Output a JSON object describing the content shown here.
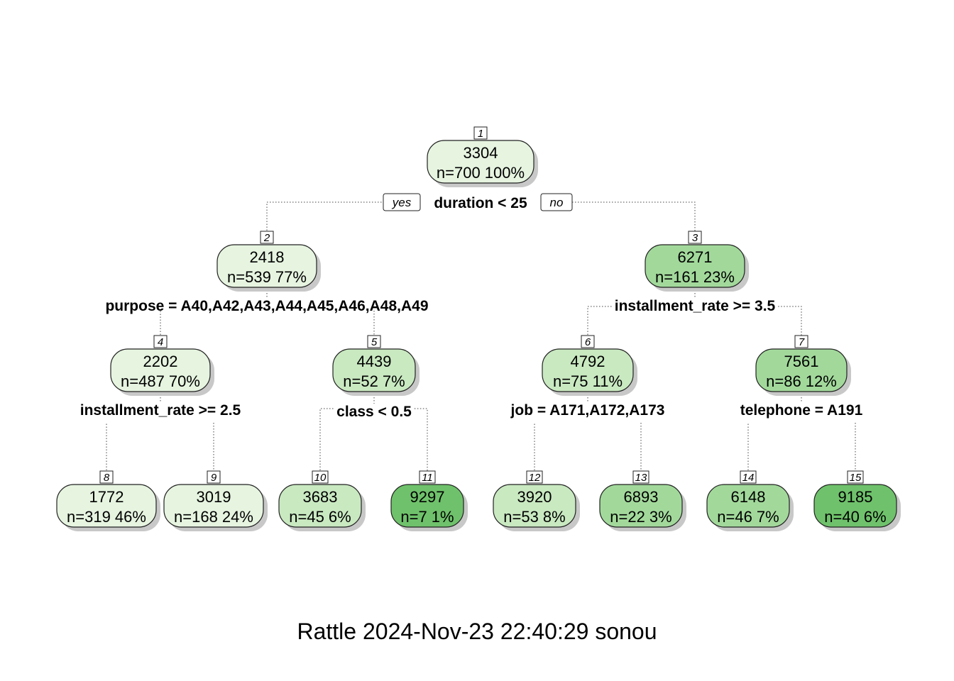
{
  "tree": {
    "nodes": [
      {
        "id": "1",
        "value": "3304",
        "n_text": "n=700  100%",
        "fill": "#e6f4e0"
      },
      {
        "id": "2",
        "value": "2418",
        "n_text": "n=539  77%",
        "fill": "#e6f4e0"
      },
      {
        "id": "3",
        "value": "6271",
        "n_text": "n=161  23%",
        "fill": "#a2d99b"
      },
      {
        "id": "4",
        "value": "2202",
        "n_text": "n=487  70%",
        "fill": "#e6f4e0"
      },
      {
        "id": "5",
        "value": "4439",
        "n_text": "n=52  7%",
        "fill": "#c9e9c1"
      },
      {
        "id": "6",
        "value": "4792",
        "n_text": "n=75  11%",
        "fill": "#c9e9c1"
      },
      {
        "id": "7",
        "value": "7561",
        "n_text": "n=86  12%",
        "fill": "#a2d99b"
      },
      {
        "id": "8",
        "value": "1772",
        "n_text": "n=319  46%",
        "fill": "#e6f4e0"
      },
      {
        "id": "9",
        "value": "3019",
        "n_text": "n=168  24%",
        "fill": "#e6f4e0"
      },
      {
        "id": "10",
        "value": "3683",
        "n_text": "n=45  6%",
        "fill": "#c9e9c1"
      },
      {
        "id": "11",
        "value": "9297",
        "n_text": "n=7  1%",
        "fill": "#6fc26b"
      },
      {
        "id": "12",
        "value": "3920",
        "n_text": "n=53  8%",
        "fill": "#c9e9c1"
      },
      {
        "id": "13",
        "value": "6893",
        "n_text": "n=22  3%",
        "fill": "#a2d99b"
      },
      {
        "id": "14",
        "value": "6148",
        "n_text": "n=46  7%",
        "fill": "#a2d99b"
      },
      {
        "id": "15",
        "value": "9185",
        "n_text": "n=40  6%",
        "fill": "#6fc26b"
      }
    ],
    "splits": [
      {
        "node": "1",
        "label": "duration < 25"
      },
      {
        "node": "2",
        "label": "purpose = A40,A42,A43,A44,A45,A46,A48,A49"
      },
      {
        "node": "3",
        "label": "installment_rate >= 3.5"
      },
      {
        "node": "4",
        "label": "installment_rate >= 2.5"
      },
      {
        "node": "5",
        "label": "class < 0.5"
      },
      {
        "node": "6",
        "label": "job = A171,A172,A173"
      },
      {
        "node": "7",
        "label": "telephone = A191"
      }
    ],
    "yes_label": "yes",
    "no_label": "no"
  },
  "footer": "Rattle 2024-Nov-23 22:40:29 sonou"
}
